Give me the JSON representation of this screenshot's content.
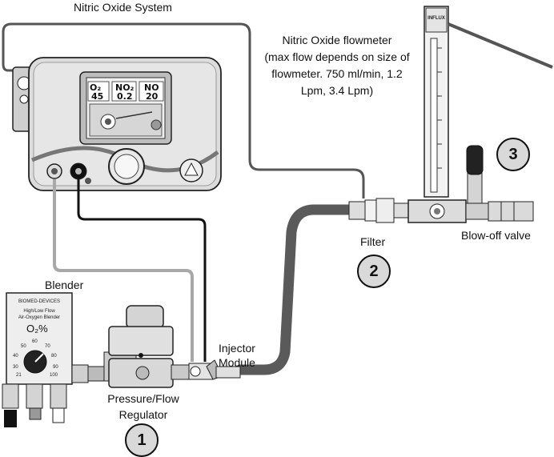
{
  "labels": {
    "system": "Nitric Oxide System",
    "flowmeter": "Nitric Oxide flowmeter\n(max flow depends on size of\nflowmeter. 750 ml/min, 1.2\nLpm, 3.4 Lpm)",
    "blender": "Blender",
    "filter": "Filter",
    "blowoff": "Blow-off valve",
    "injector": "Injector\nModule",
    "regulator": "Pressure/Flow\nRegulator"
  },
  "badges": [
    "1",
    "2",
    "3"
  ],
  "screen": {
    "o2_label": "O₂",
    "o2_value": "45",
    "no2_label": "NO₂",
    "no2_value": "0.2",
    "no_label": "NO",
    "no_value": "20"
  },
  "blender_panel": {
    "brand": "BIOMED-DEVICES",
    "line1": "High/Low Flow",
    "line2": "Air-Oxygen Blender",
    "o2_percent": "O₂%",
    "dial_marks": [
      "21",
      "30",
      "40",
      "50",
      "60",
      "70",
      "80",
      "90",
      "100"
    ]
  },
  "flowmeter_brand": "INFLUX",
  "colors": {
    "outline": "#222222",
    "device_body": "#d6d6d6",
    "hose_dark": "#5a5a5a",
    "line_light_gray": "#a8a8a8",
    "line_black": "#111111",
    "badge_fill": "#d9d9d9"
  }
}
